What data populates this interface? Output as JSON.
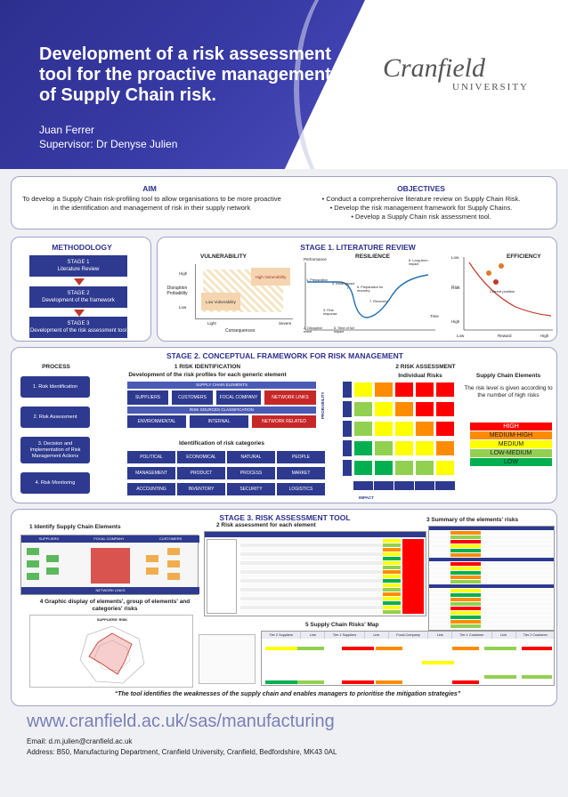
{
  "header": {
    "title": "Development of a risk assessment tool for the proactive management of Supply Chain risk.",
    "author": "Juan Ferrer",
    "supervisor": "Supervisor: Dr Denyse Julien",
    "logo_main": "Cranfield",
    "logo_sub": "UNIVERSITY"
  },
  "aim": {
    "title": "AIM",
    "text": "To develop a Supply Chain risk-profiling tool to allow organisations to be more proactive in the identification and management of risk in their supply network"
  },
  "objectives": {
    "title": "OBJECTIVES",
    "items": [
      "• Conduct a comprehensive literature review on Supply Chain Risk.",
      "• Develop the risk management framework for Supply Chains.",
      "• Develop a Supply Chain risk assessment tool."
    ]
  },
  "methodology": {
    "title": "METHODOLOGY",
    "steps": [
      {
        "label": "STAGE 1",
        "sub": "Literature Review"
      },
      {
        "label": "STAGE 2",
        "sub": "Development of the framework"
      },
      {
        "label": "STAGE 3",
        "sub": "Development of the risk assessment tool"
      }
    ]
  },
  "stage1": {
    "title": "STAGE 1. LITERATURE REVIEW",
    "vulnerability": "VULNERABILITY",
    "resilience": "RESILIENCE",
    "efficiency": "EFFICIENCY",
    "disruption_probability": "Disruption Probability",
    "high": "High",
    "low": "Low",
    "light": "Light",
    "severe": "Severe",
    "consequences": "Consequences",
    "high_vulnerability": "High Vulnerability",
    "low_vulnerability": "Low Vulnerability",
    "performance": "Performance",
    "time": "Time",
    "risk": "Risk",
    "reward": "Reward",
    "current_position": "Current position",
    "res_steps": [
      "1. Preparation",
      "2. Disruptive event",
      "3. First response",
      "4. Initial impact",
      "5. Time of full impact",
      "6. Preparation for recovery",
      "7. Recovery",
      "8. Long-term impact"
    ]
  },
  "stage2": {
    "title": "STAGE 2. CONCEPTUAL FRAMEWORK FOR RISK MANAGEMENT",
    "process_title": "PROCESS",
    "process_steps": [
      "1. Risk Identification",
      "2. Risk Assessment",
      "3. Decision and Implementation of Risk Management Actions",
      "4. Risk Monitoring"
    ],
    "risk_id_title": "1 RISK IDENTIFICATION",
    "risk_id_sub": "Development of the risk profiles for each generic element",
    "sc_elements": "SUPPLY CHAIN ELEMENTS",
    "suppliers": "SUPPLIERS",
    "customers": "CUSTOMERS",
    "focal_company": "FOCAL COMPANY",
    "network_links": "NETWORK LINKS",
    "risk_sources": "RISK SOURCES CLASSIFICATION",
    "environmental": "ENVIRONMENTAL",
    "internal": "INTERNAL",
    "network_related": "NETWORK RELATED",
    "cat_title": "Identification of risk categories",
    "categories": [
      "POLITICAL",
      "ECONOMICAL",
      "NATURAL",
      "PEOPLE",
      "MANAGEMENT",
      "PRODUCT",
      "PROCESS",
      "MARKET",
      "ACCOUNTING",
      "INVENTORY",
      "SECURITY",
      "LOGISTICS"
    ],
    "risk_assess_title": "2 RISK ASSESSMENT",
    "individual_risks": "Individual Risks",
    "sc_elements_title": "Supply Chain Elements",
    "sc_elements_text": "The risk level is given according to the number of high risks",
    "probability": "PROBABILITY",
    "impact": "IMPACT",
    "levels": [
      "HIGH",
      "MEDIUM-HIGH",
      "MEDIUM",
      "LOW-MEDIUM",
      "LOW"
    ]
  },
  "stage3": {
    "title": "STAGE 3. RISK ASSESSMENT TOOL",
    "step1": "1 Identify Supply Chain Elements",
    "step2": "2 Risk assessment for each element",
    "step3": "3 Summary of the elements' risks",
    "step4": "4 Graphic display of elements', group of elements' and categories' risks",
    "step5": "5 Supply Chain Risks' Map",
    "suppliers_lbl": "SUPPLIERS",
    "focal_lbl": "FOCAL COMPANY",
    "customers_lbl": "CUSTOMERS",
    "network_lbl": "NETWORK LINKS",
    "radar_title": "SUPPLIERS' RISK",
    "map_tiers": [
      "Tier 2 Suppliers",
      "Link",
      "Tier 1 Suppliers",
      "Link",
      "Focal Company",
      "Link",
      "Tier 1 Customer",
      "Link",
      "Tier 2 Customer"
    ],
    "quote": "“The tool identifies the weaknesses of the supply chain and enables managers to prioritise the mitigation strategies”"
  },
  "footer": {
    "url": "www.cranfield.ac.uk/sas/manufacturing",
    "email": "Email: d.m.julien@cranfield.ac.uk",
    "address": "Address: B50, Manufacturing Department, Cranfield University, Cranfield, Bedfordshire, MK43 0AL"
  },
  "colors": {
    "primary": "#2d2f8f",
    "accent_red": "#c62828",
    "high": "#ff0000",
    "medium_high": "#ff8c00",
    "medium": "#ffff00",
    "low_medium": "#92d050",
    "low": "#00b050"
  }
}
